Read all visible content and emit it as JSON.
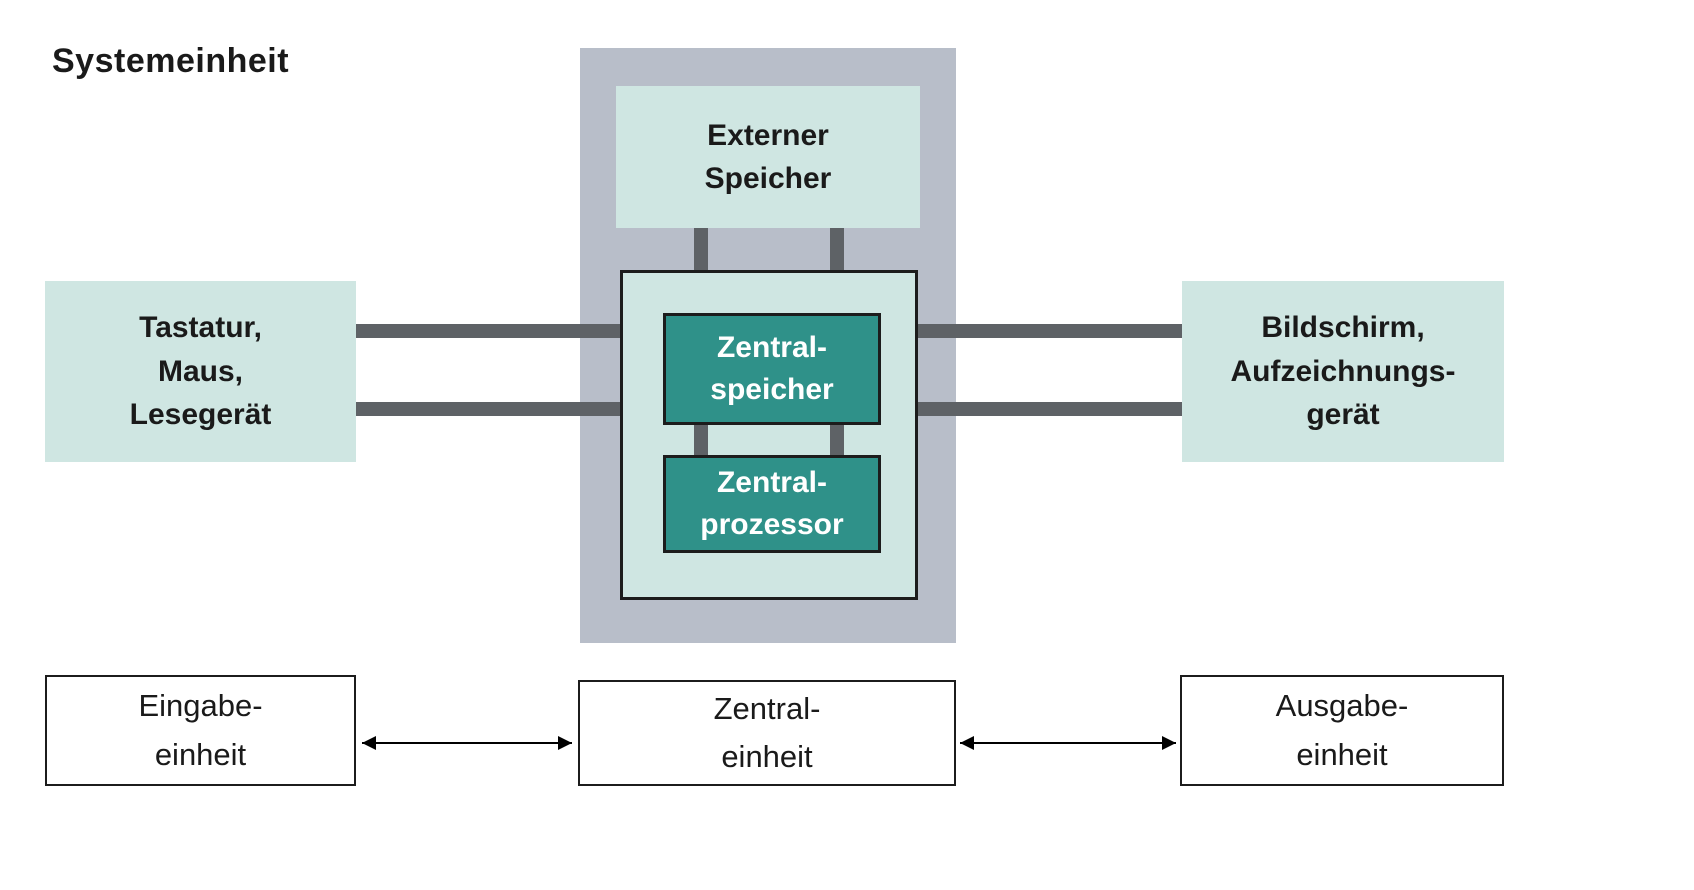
{
  "title": "Systemeinheit",
  "colors": {
    "light_teal": "#cfe6e2",
    "dark_teal": "#2f9189",
    "panel_gray": "#b8bec9",
    "connector_gray": "#5e6266",
    "line_black": "#1c1c1c"
  },
  "diagram": {
    "external_storage": "Externer\nSpeicher",
    "input_devices": "Tastatur,\nMaus,\nLesegerät",
    "output_devices": "Bildschirm,\nAufzeichnungs-\ngerät",
    "central_memory": "Zentral-\nspeicher",
    "central_processor": "Zentral-\nprozessor"
  },
  "legend": {
    "input_unit": "Eingabe-\neinheit",
    "central_unit": "Zentral-\neinheit",
    "output_unit": "Ausgabe-\neinheit"
  }
}
